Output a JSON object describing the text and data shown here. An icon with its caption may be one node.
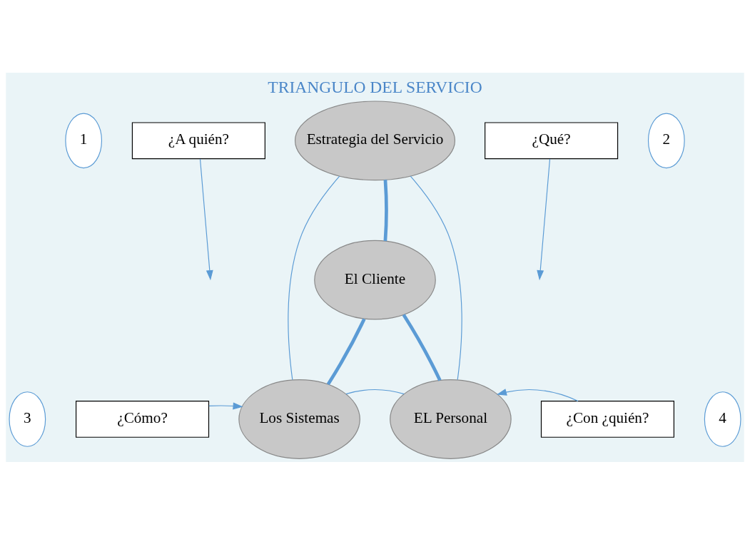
{
  "diagram": {
    "title": "TRIANGULO DEL SERVICIO",
    "nodes": [
      {
        "text": [
          "Estrategia del Servicio"
        ]
      },
      {
        "text": [
          "El Cliente"
        ]
      },
      {
        "text": [
          "Los Sistemas"
        ]
      },
      {
        "text": [
          "EL Personal"
        ]
      },
      {
        "text": [
          "1"
        ]
      },
      {
        "text": [
          "¿A quién?"
        ]
      },
      {
        "text": [
          "2"
        ]
      },
      {
        "text": [
          "¿Qué?"
        ]
      },
      {
        "text": [
          "3"
        ]
      },
      {
        "text": [
          "¿Cómo?"
        ]
      },
      {
        "text": [
          "¿Con ¿quién?"
        ]
      },
      {
        "text": [
          "4"
        ]
      }
    ],
    "edges": [
      {
        "from": 0,
        "to": 2,
        "arrow": "none"
      },
      {
        "from": 0,
        "to": 3,
        "arrow": "none"
      },
      {
        "from": 2,
        "to": 3,
        "arrow": "none"
      },
      {
        "from": 1,
        "to": 0,
        "arrow": "none",
        "style": "thick"
      },
      {
        "from": 1,
        "to": 2,
        "arrow": "none",
        "style": "thick"
      },
      {
        "from": 1,
        "to": 3,
        "arrow": "none",
        "style": "thick"
      },
      {
        "from": 5,
        "to": null,
        "arrow": "to"
      },
      {
        "from": 7,
        "to": null,
        "arrow": "to"
      },
      {
        "from": 9,
        "to": 2,
        "arrow": "to"
      },
      {
        "from": 10,
        "to": 3,
        "arrow": "to"
      }
    ]
  }
}
